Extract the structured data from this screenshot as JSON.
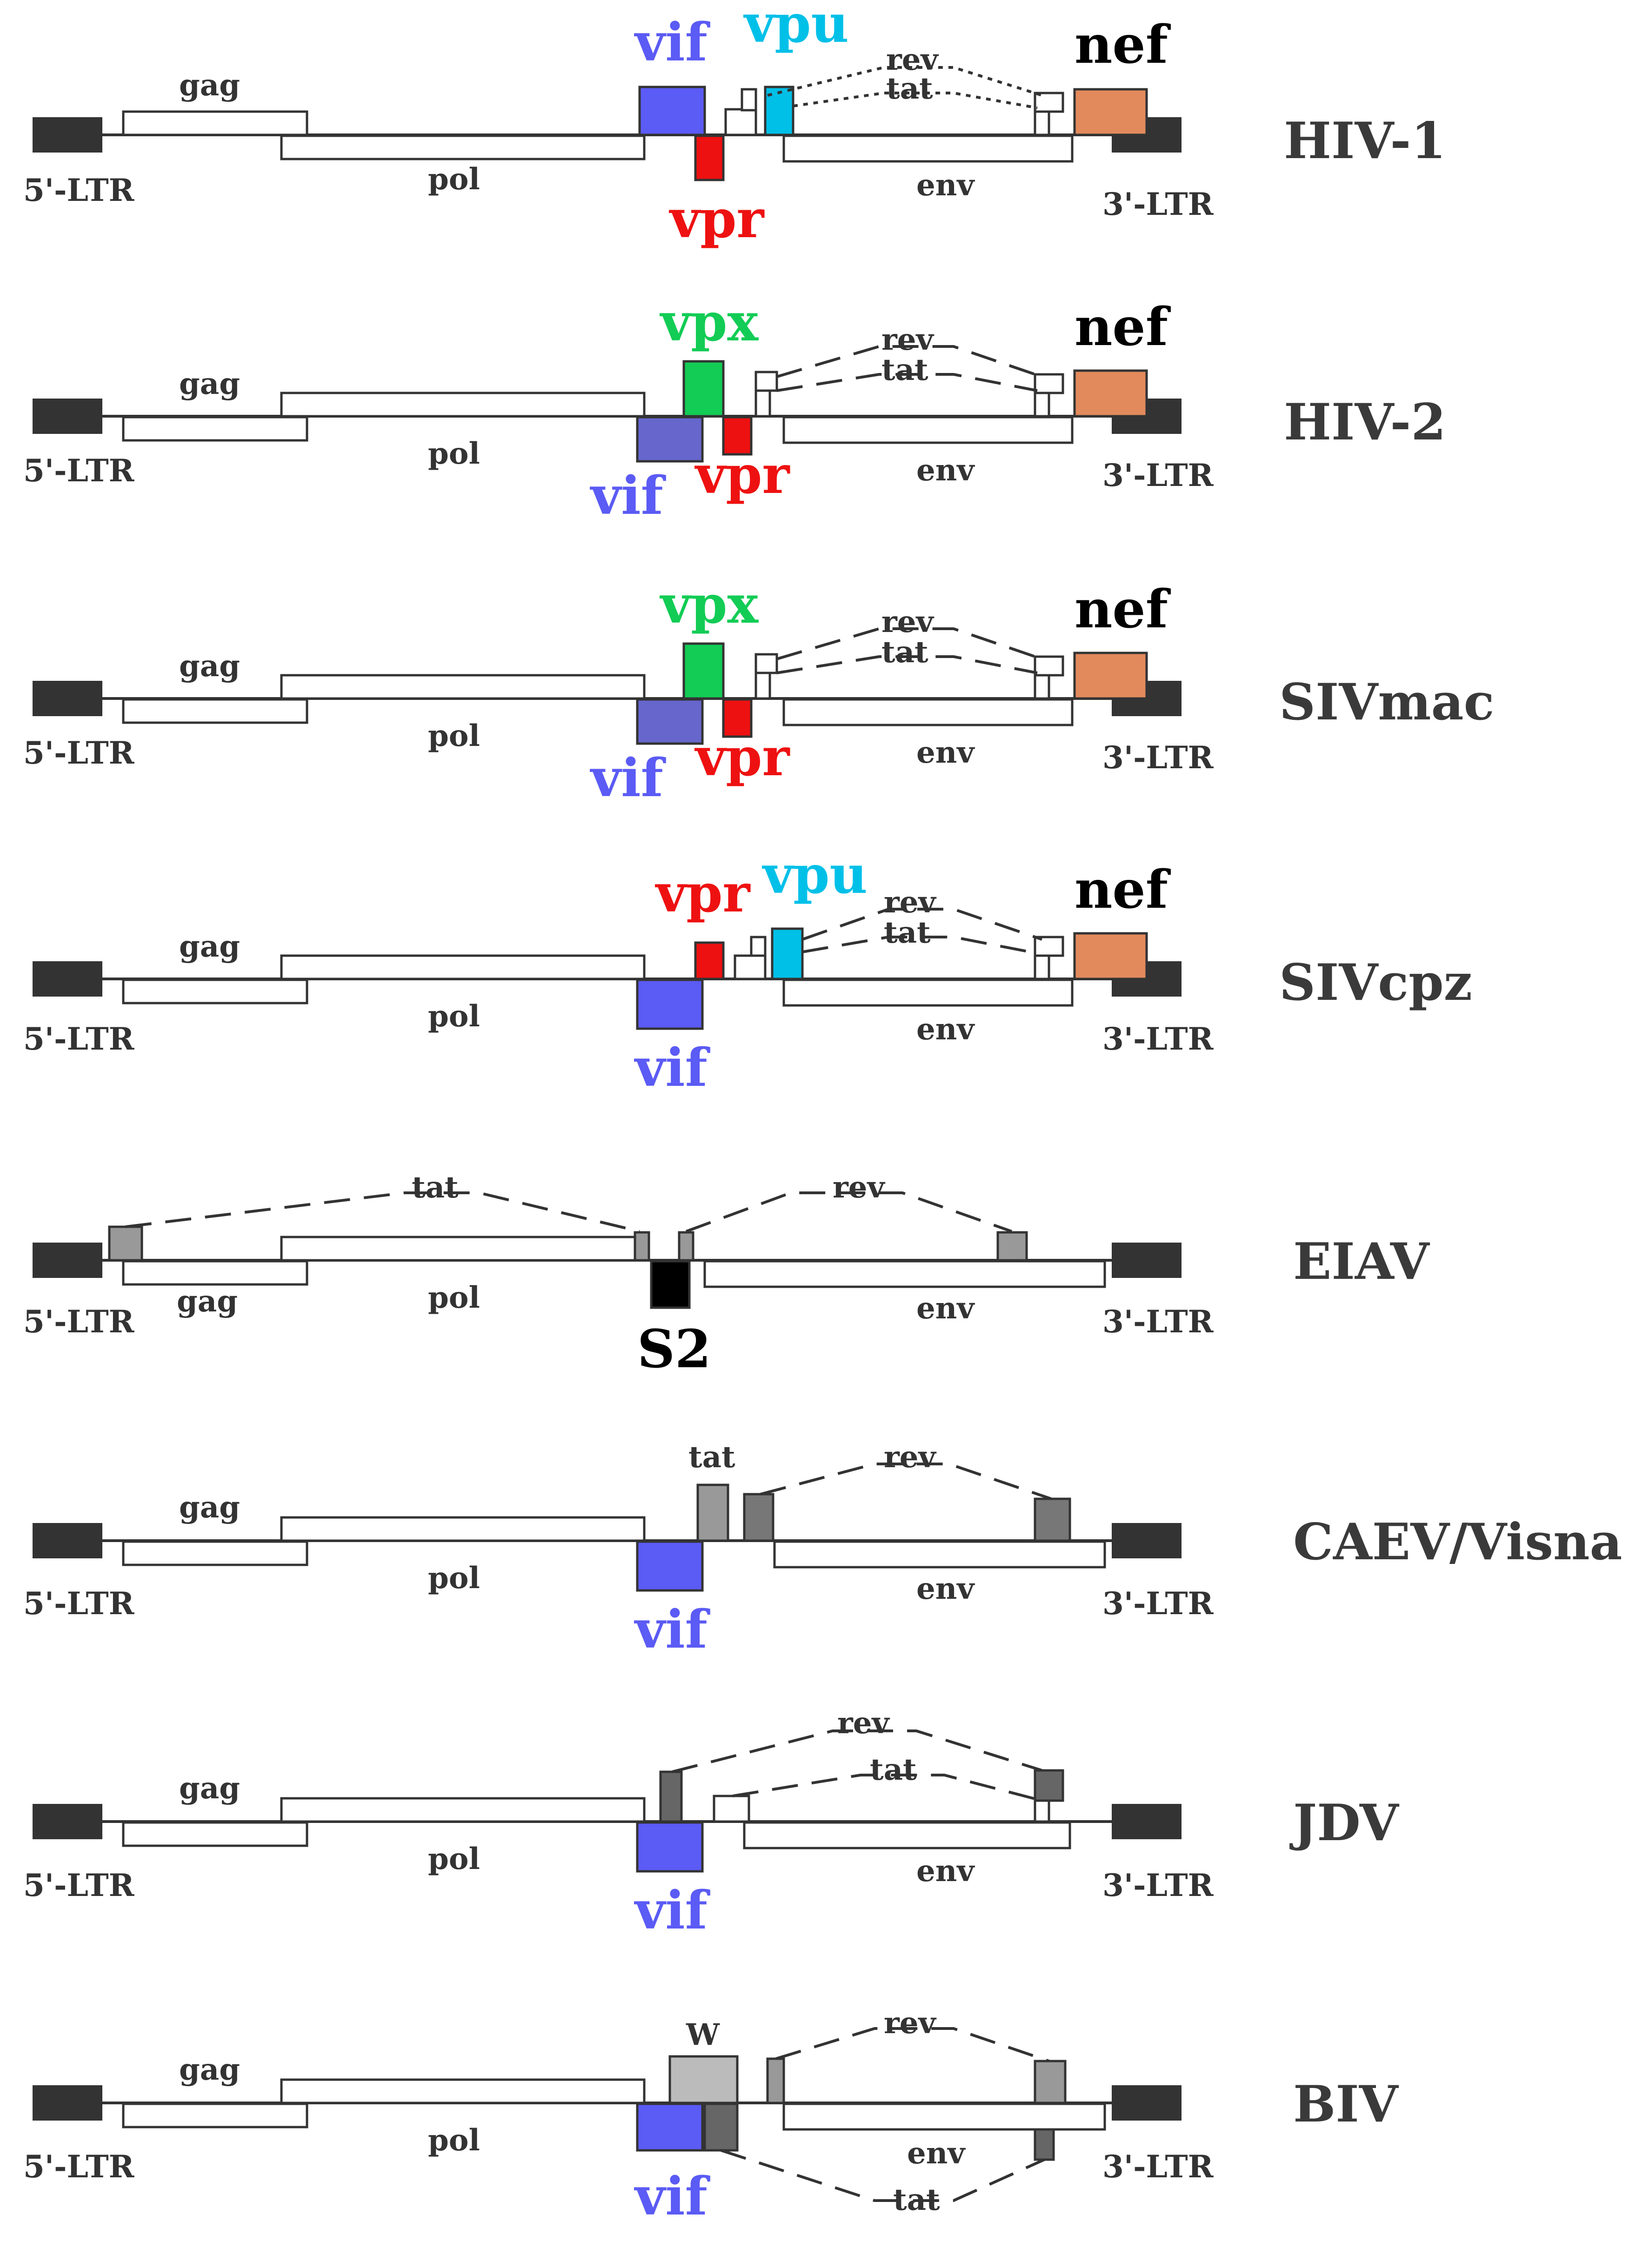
{
  "colors": {
    "vif": "#5B5BF5",
    "vif_alt": "#6666CC",
    "vpr": "#EE1111",
    "vpu": "#00C0E8",
    "vpx": "#12CC55",
    "nef": "#E28A5C",
    "ltr": "#333333",
    "accessory_grey": "#999999",
    "dark_grey": "#666666",
    "w_grey": "#BBBBBB",
    "s2": "#000000"
  },
  "common": {
    "ltr5": "5'-LTR",
    "ltr3": "3'-LTR",
    "gag": "gag",
    "pol": "pol",
    "env": "env",
    "tat": "tat",
    "rev": "rev"
  },
  "genomes": [
    {
      "name": "HIV-1",
      "vif": "vif",
      "vpr": "vpr",
      "vpu": "vpu",
      "nef": "nef"
    },
    {
      "name": "HIV-2",
      "vif": "vif",
      "vpr": "vpr",
      "vpx": "vpx",
      "nef": "nef"
    },
    {
      "name": "SIVmac",
      "vif": "vif",
      "vpr": "vpr",
      "vpx": "vpx",
      "nef": "nef"
    },
    {
      "name": "SIVcpz",
      "vif": "vif",
      "vpr": "vpr",
      "vpu": "vpu",
      "nef": "nef"
    },
    {
      "name": "EIAV",
      "s2": "S2"
    },
    {
      "name": "CAEV/Visna",
      "vif": "vif"
    },
    {
      "name": "JDV",
      "vif": "vif"
    },
    {
      "name": "BIV",
      "vif": "vif",
      "w": "W"
    }
  ]
}
